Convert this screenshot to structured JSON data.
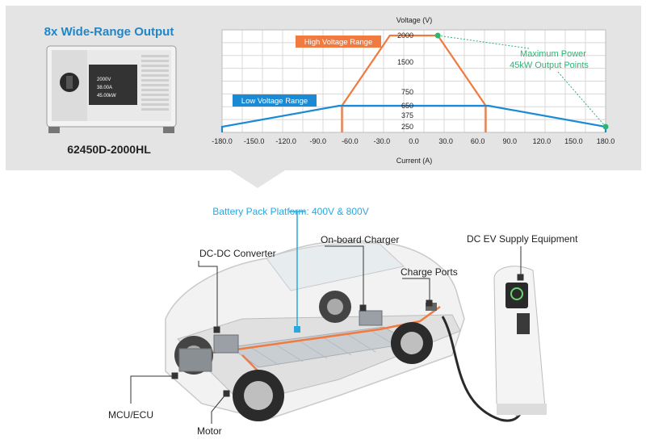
{
  "header": {
    "title": "8x Wide-Range Output",
    "model": "62450D-2000HL"
  },
  "chart_data": {
    "type": "line",
    "ylabel": "Voltage (V)",
    "xlabel": "Current (A)",
    "x_ticks": [
      "-180.0",
      "-150.0",
      "-120.0",
      "-90.0",
      "-60.0",
      "-30.0",
      "0.0",
      "30.0",
      "60.0",
      "90.0",
      "120.0",
      "150.0",
      "180.0"
    ],
    "y_ticks": [
      "2000",
      "1500",
      "750",
      "650",
      "375",
      "250"
    ],
    "xlim": [
      -180,
      180
    ],
    "grid": true,
    "series": [
      {
        "name": "High Voltage Range",
        "color": "#f07a3f",
        "points": [
          [
            -67.5,
            0
          ],
          [
            -67.5,
            650
          ],
          [
            -22.5,
            2000
          ],
          [
            22.5,
            2000
          ],
          [
            67.5,
            650
          ],
          [
            67.5,
            0
          ]
        ]
      },
      {
        "name": "Low Voltage Range",
        "color": "#1a8ad4",
        "points": [
          [
            -180,
            0
          ],
          [
            -180,
            250
          ],
          [
            -70,
            650
          ],
          [
            70,
            650
          ],
          [
            180,
            250
          ],
          [
            180,
            0
          ]
        ]
      }
    ],
    "annotation": {
      "line1": "Maximum Power",
      "line2": "45kW Output Points",
      "color": "#2bb673"
    }
  },
  "diagram": {
    "battery_label": "Battery Pack Platform: 400V & 800V",
    "labels": {
      "dcdc": "DC-DC Converter",
      "onboard_charger": "On-board Charger",
      "charge_ports": "Charge Ports",
      "evse": "DC EV Supply Equipment",
      "mcu": "MCU/ECU",
      "motor": "Motor"
    }
  }
}
